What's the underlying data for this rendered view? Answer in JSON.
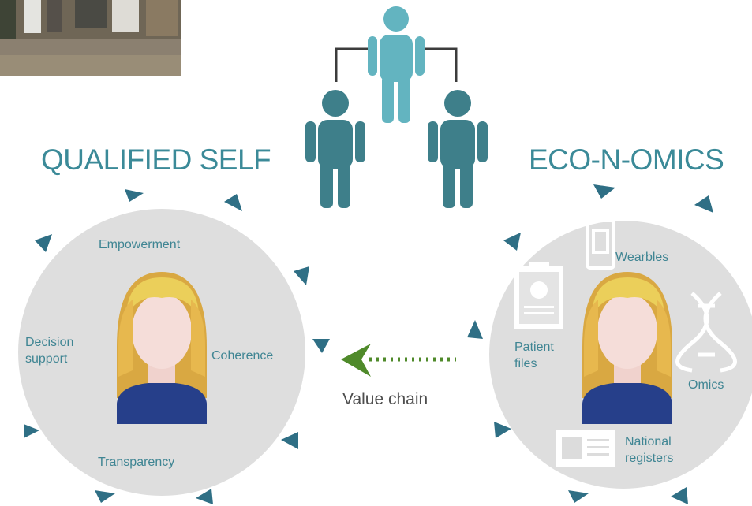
{
  "titles": {
    "left": "QUALIFIED SELF",
    "right": "ECO-N-OMICS"
  },
  "left_labels": {
    "top": "Empowerment",
    "left": "Decision\nsupport",
    "right": "Coherence",
    "bottom": "Transparency"
  },
  "right_labels": {
    "wearables": "Wearbles",
    "patient_files": "Patient\nfiles",
    "omics": "Omics",
    "registers": "National\nregisters"
  },
  "value_chain": "Value chain",
  "colors": {
    "heading": "#3b8a98",
    "label": "#3f8593",
    "circle": "#dddddd",
    "hierarchy_top": "#63b4c0",
    "hierarchy_side": "#3e7f8a",
    "arrow_triangles": "#2f6f85",
    "value_chain_arrow": "#4f8a2a",
    "hair": "#e4c24f",
    "skin": "#f5ddd9",
    "shirt": "#263f8a"
  },
  "icons": [
    "photo-thumbnail",
    "hierarchy-people-icon",
    "woman-avatar-icon",
    "wearable-icon",
    "patient-file-icon",
    "dna-icon",
    "id-card-icon",
    "value-chain-arrow-icon"
  ]
}
